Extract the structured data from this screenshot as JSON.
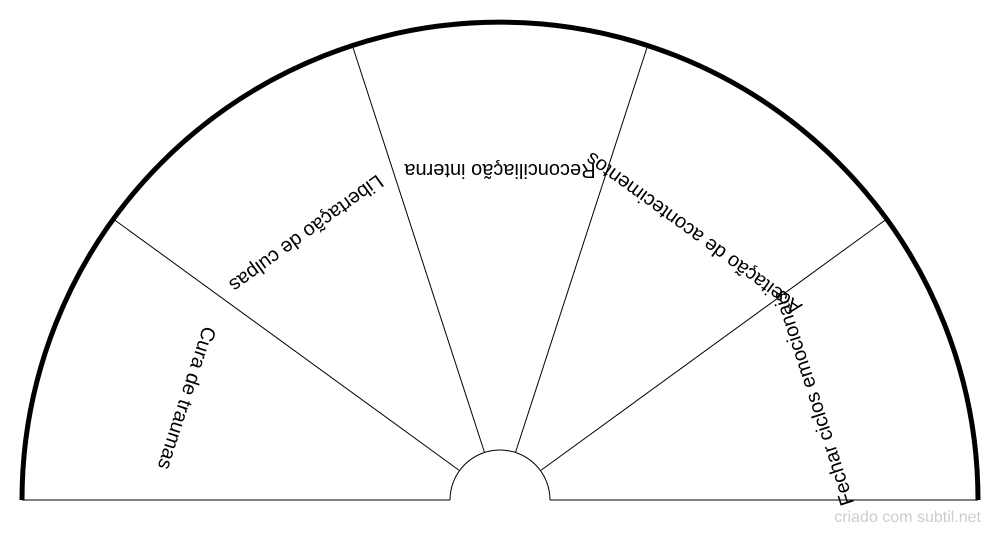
{
  "chart_data": {
    "type": "diagram",
    "layout": "semicircle",
    "sectors": [
      "Cura de traumas",
      "Libertação de culpas",
      "Reconciliação interna",
      "Aceitação de acontecimentos",
      "Fechar ciclos emocionais"
    ]
  },
  "footer": {
    "credit": "criado com subtil.net"
  },
  "colors": {
    "stroke": "#000000",
    "background": "#ffffff",
    "credit_text": "#cccccc"
  }
}
